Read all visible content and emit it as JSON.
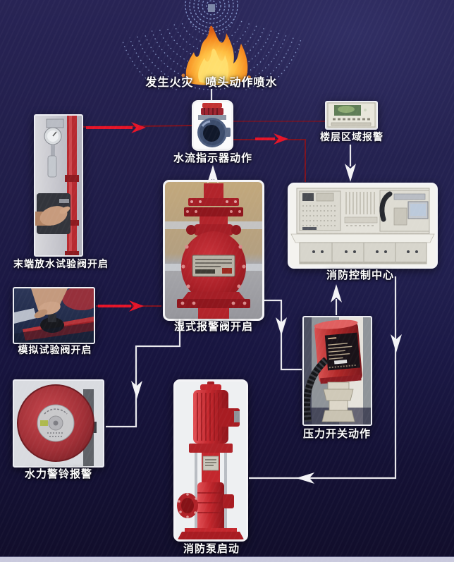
{
  "nodes": {
    "fire": {
      "label": "发生火灾　喷头动作喷水"
    },
    "flow_indicator": {
      "label": "水流指示器动作"
    },
    "floor_alarm": {
      "label": "楼层区域报警"
    },
    "control_center": {
      "label": "消防控制中心"
    },
    "end_test_valve": {
      "label": "末端放水试验阀开启"
    },
    "sim_test_valve": {
      "label": "模拟试验阀开启"
    },
    "wet_alarm_valve": {
      "label": "湿式报警阀开启"
    },
    "hydraulic_bell": {
      "label": "水力警铃报警"
    },
    "pressure_switch": {
      "label": "压力开关动作"
    },
    "fire_pump": {
      "label": "消防泵启动"
    }
  },
  "edges": [
    {
      "from": "发生火灾 喷头动作喷水",
      "to": "水流指示器动作",
      "style": "white-line"
    },
    {
      "from": "末端放水试验阀开启",
      "to": "水流指示器动作",
      "style": "red-arrow"
    },
    {
      "from": "水流指示器动作",
      "to": "楼层区域报警",
      "style": "red-line"
    },
    {
      "from": "水流指示器动作",
      "to": "消防控制中心",
      "style": "red-arrow"
    },
    {
      "from": "楼层区域报警",
      "to": "消防控制中心",
      "style": "white-arrow"
    },
    {
      "from": "湿式报警阀开启",
      "to": "水流指示器动作",
      "style": "white-arrow"
    },
    {
      "from": "模拟试验阀开启",
      "to": "湿式报警阀开启",
      "style": "red-arrow"
    },
    {
      "from": "湿式报警阀开启",
      "to": "水力警铃报警",
      "style": "white-arrow"
    },
    {
      "from": "湿式报警阀开启",
      "to": "压力开关动作",
      "style": "white-arrow"
    },
    {
      "from": "压力开关动作",
      "to": "消防控制中心",
      "style": "white-arrow"
    },
    {
      "from": "消防控制中心",
      "to": "消防泵启动",
      "style": "white-arrow"
    }
  ],
  "colors": {
    "background_top": "#282455",
    "background_bottom": "#110e2b",
    "arrow_red": "#e51428",
    "line_red": "#7c1220",
    "line_white": "#f4f4f7",
    "card": "#ffffff",
    "footer_strip": "#c9c9dd"
  }
}
